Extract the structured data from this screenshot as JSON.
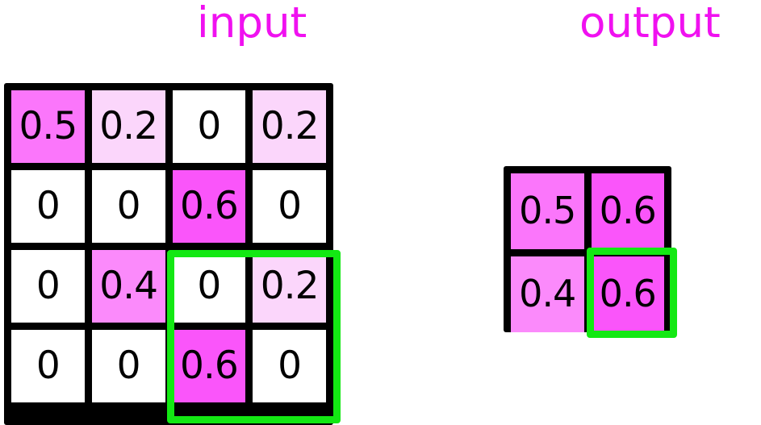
{
  "labels": {
    "input": "input",
    "output": "output"
  },
  "colors": {
    "label_magenta": "#f011f0",
    "grid_line": "#000000",
    "highlight_green": "#13e813",
    "value_0": "#ffffff",
    "value_0_2": "#fbd6fb",
    "value_0_4": "#fb8afb",
    "value_0_5": "#fb76fb",
    "value_0_6": "#fa55fa"
  },
  "chart_data": {
    "type": "heatmap",
    "title": "",
    "xlabel": "",
    "ylabel": "",
    "grid": true,
    "legend": "none",
    "description": "2x2 max-pooling: 4x4 input feature map reduced to 2x2 output; green box marks the pooling window and its corresponding output cell",
    "input": {
      "label": "input",
      "rows": 4,
      "cols": 4,
      "cells": [
        [
          {
            "text": "0.5",
            "value": 0.5,
            "fill": "#fb76fb"
          },
          {
            "text": "0.2",
            "value": 0.2,
            "fill": "#fbd6fb"
          },
          {
            "text": "0",
            "value": 0,
            "fill": "#ffffff"
          },
          {
            "text": "0.2",
            "value": 0.2,
            "fill": "#fbd6fb"
          }
        ],
        [
          {
            "text": "0",
            "value": 0,
            "fill": "#ffffff"
          },
          {
            "text": "0",
            "value": 0,
            "fill": "#ffffff"
          },
          {
            "text": "0.6",
            "value": 0.6,
            "fill": "#fa55fa"
          },
          {
            "text": "0",
            "value": 0,
            "fill": "#ffffff"
          }
        ],
        [
          {
            "text": "0",
            "value": 0,
            "fill": "#ffffff"
          },
          {
            "text": "0.4",
            "value": 0.4,
            "fill": "#fb8afb"
          },
          {
            "text": "0",
            "value": 0,
            "fill": "#ffffff"
          },
          {
            "text": "0.2",
            "value": 0.2,
            "fill": "#fbd6fb"
          }
        ],
        [
          {
            "text": "0",
            "value": 0,
            "fill": "#ffffff"
          },
          {
            "text": "0",
            "value": 0,
            "fill": "#ffffff"
          },
          {
            "text": "0.6",
            "value": 0.6,
            "fill": "#fa55fa"
          },
          {
            "text": "0",
            "value": 0,
            "fill": "#ffffff"
          }
        ]
      ],
      "highlight_window": {
        "row_start": 3,
        "col_start": 3,
        "rows": 2,
        "cols": 2
      }
    },
    "output": {
      "label": "output",
      "rows": 2,
      "cols": 2,
      "cells": [
        [
          {
            "text": "0.5",
            "value": 0.5,
            "fill": "#fb76fb"
          },
          {
            "text": "0.6",
            "value": 0.6,
            "fill": "#fa55fa"
          }
        ],
        [
          {
            "text": "0.4",
            "value": 0.4,
            "fill": "#fb8afb"
          },
          {
            "text": "0.6",
            "value": 0.6,
            "fill": "#fa55fa"
          }
        ]
      ],
      "highlight_cell": {
        "row": 2,
        "col": 2
      }
    }
  }
}
